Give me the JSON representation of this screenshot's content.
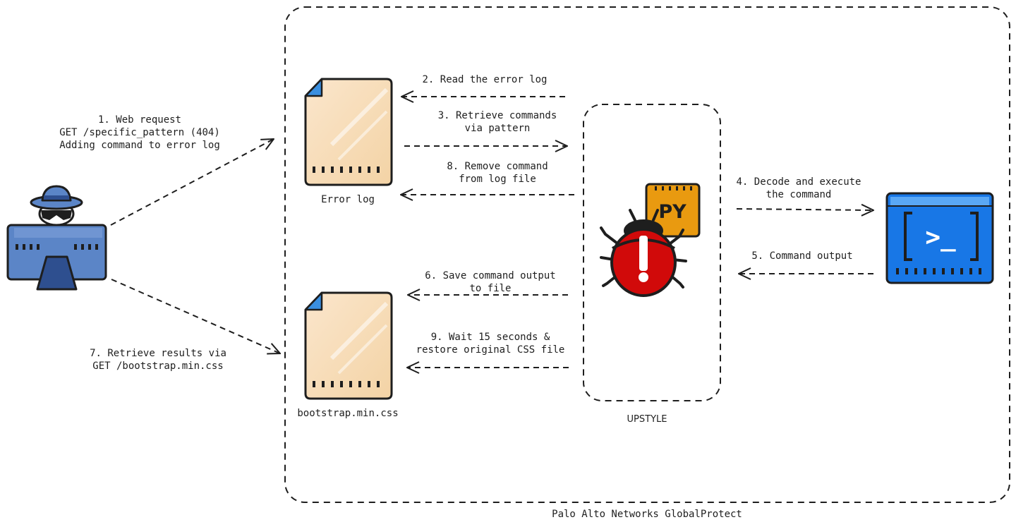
{
  "container": {
    "label": "Palo Alto Networks GlobalProtect"
  },
  "malware": {
    "label": "UPSTYLE",
    "badge": "PY",
    "terminal_prompt": ">_"
  },
  "files": {
    "error_log": {
      "label": "Error log"
    },
    "css_file": {
      "label": "bootstrap.min.css"
    }
  },
  "steps": {
    "s1": "1. Web request\nGET /specific_pattern (404)\nAdding command to error log",
    "s2": "2. Read the error log",
    "s3": "3. Retrieve commands\nvia pattern",
    "s4": "4. Decode and execute\nthe command",
    "s5": "5. Command output",
    "s6": "6. Save command output\nto file",
    "s7": "7. Retrieve results via\nGET /bootstrap.min.css",
    "s8": "8. Remove command\nfrom log file",
    "s9": "9. Wait 15 seconds &\nrestore original CSS file"
  },
  "colors": {
    "stroke": "#1e1e1e",
    "attacker_blue": "#5b85c7",
    "terminal_blue": "#1877e6",
    "bug_red": "#d10a0a",
    "py_orange": "#e99a10",
    "file_fill": "#f5d9b0"
  }
}
